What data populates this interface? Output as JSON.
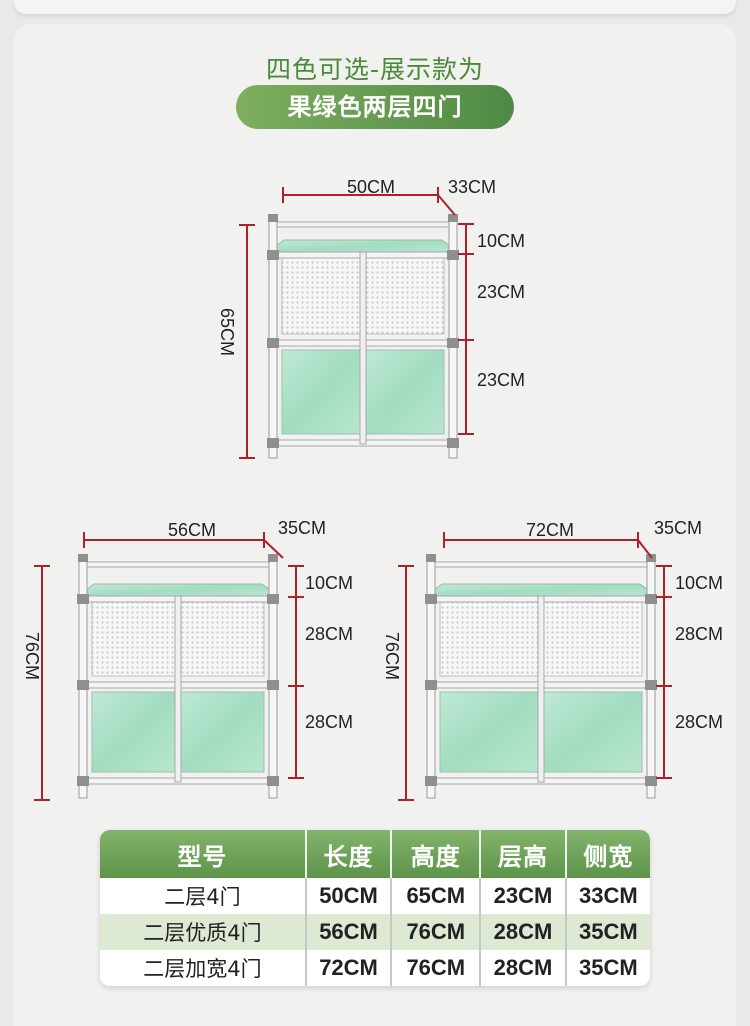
{
  "header": {
    "title": "四色可选-展示款为",
    "badge": "果绿色两层四门"
  },
  "diagrams": [
    {
      "name": "cabinet-50",
      "width": "50CM",
      "depth": "33CM",
      "height": "65CM",
      "top_gap": "10CM",
      "tier1": "23CM",
      "tier2": "23CM"
    },
    {
      "name": "cabinet-56",
      "width": "56CM",
      "depth": "35CM",
      "height": "76CM",
      "top_gap": "10CM",
      "tier1": "28CM",
      "tier2": "28CM"
    },
    {
      "name": "cabinet-72",
      "width": "72CM",
      "depth": "35CM",
      "height": "76CM",
      "top_gap": "10CM",
      "tier1": "28CM",
      "tier2": "28CM"
    }
  ],
  "table": {
    "headers": [
      "型号",
      "长度",
      "高度",
      "层高",
      "侧宽"
    ],
    "rows": [
      [
        "二层4门",
        "50CM",
        "65CM",
        "23CM",
        "33CM"
      ],
      [
        "二层优质4门",
        "56CM",
        "76CM",
        "28CM",
        "35CM"
      ],
      [
        "二层加宽4门",
        "72CM",
        "76CM",
        "28CM",
        "35CM"
      ]
    ]
  },
  "colors": {
    "accent_green": "#4b8a3a",
    "dimension_red": "#b0202a",
    "glass_green": "#a9dfc6"
  }
}
